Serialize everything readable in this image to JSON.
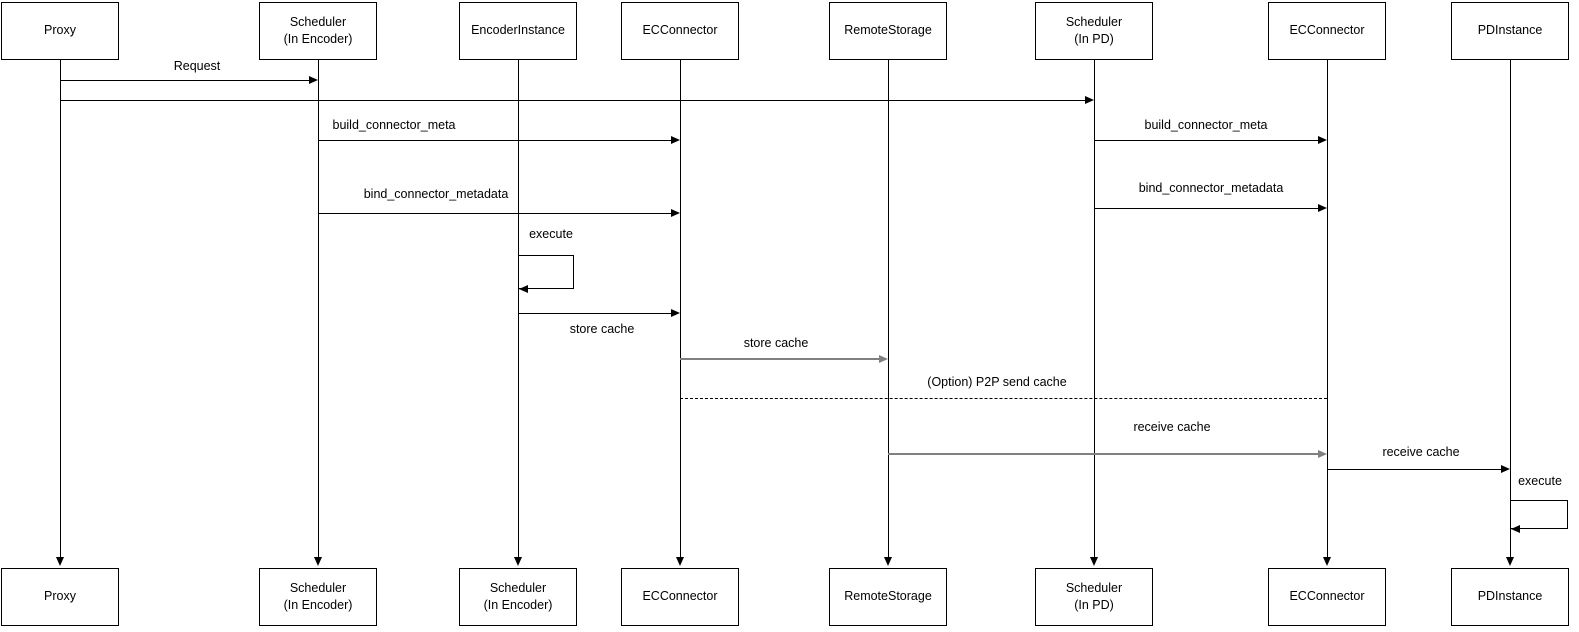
{
  "diagram": {
    "type": "sequence-diagram",
    "colors": {
      "stroke": "#000000",
      "gray_arrow": "#808080",
      "background": "#ffffff"
    },
    "actors": [
      {
        "label": "Proxy"
      },
      {
        "label": "Scheduler\n(In Encoder)"
      },
      {
        "label": "EncoderInstance"
      },
      {
        "label": "ECConnector"
      },
      {
        "label": "RemoteStorage"
      },
      {
        "label": "Scheduler\n(In PD)"
      },
      {
        "label": "ECConnector"
      },
      {
        "label": "PDInstance"
      }
    ],
    "bottom_actors": [
      {
        "label": "Proxy"
      },
      {
        "label": "Scheduler\n(In Encoder)"
      },
      {
        "label": "Scheduler\n(In Encoder)"
      },
      {
        "label": "ECConnector"
      },
      {
        "label": "RemoteStorage"
      },
      {
        "label": "Scheduler\n(In PD)"
      },
      {
        "label": "ECConnector"
      },
      {
        "label": "PDInstance"
      }
    ],
    "messages": [
      {
        "label": "Request",
        "from": "Proxy",
        "to": "Scheduler (In Encoder)",
        "style": "solid",
        "color": "#000000"
      },
      {
        "label": "",
        "from": "Proxy",
        "to": "Scheduler (In PD)",
        "style": "solid",
        "color": "#000000"
      },
      {
        "label": "build_connector_meta",
        "from": "Scheduler (In Encoder)",
        "to": "ECConnector",
        "style": "solid",
        "color": "#000000"
      },
      {
        "label": "build_connector_meta",
        "from": "Scheduler (In PD)",
        "to": "ECConnector (PD side)",
        "style": "solid",
        "color": "#000000"
      },
      {
        "label": "bind_connector_metadata",
        "from": "Scheduler (In Encoder)",
        "to": "ECConnector",
        "style": "solid",
        "color": "#000000"
      },
      {
        "label": "bind_connector_metadata",
        "from": "Scheduler (In PD)",
        "to": "ECConnector (PD side)",
        "style": "solid",
        "color": "#000000"
      },
      {
        "label": "execute",
        "from": "EncoderInstance",
        "to": "EncoderInstance",
        "style": "self-loop",
        "color": "#000000"
      },
      {
        "label": "store cache",
        "from": "EncoderInstance",
        "to": "ECConnector",
        "style": "solid",
        "color": "#000000",
        "label_position": "below"
      },
      {
        "label": "store cache",
        "from": "ECConnector",
        "to": "RemoteStorage",
        "style": "solid",
        "color": "#808080"
      },
      {
        "label": "(Option) P2P send cache",
        "from": "ECConnector",
        "to": "ECConnector (PD side)",
        "style": "dashed-no-arrow",
        "color": "#000000"
      },
      {
        "label": "receive cache",
        "from": "RemoteStorage",
        "to": "ECConnector (PD side)",
        "style": "solid",
        "color": "#808080"
      },
      {
        "label": "receive cache",
        "from": "ECConnector (PD side)",
        "to": "PDInstance",
        "style": "solid",
        "color": "#000000"
      },
      {
        "label": "execute",
        "from": "PDInstance",
        "to": "PDInstance",
        "style": "self-loop",
        "color": "#000000"
      }
    ]
  }
}
